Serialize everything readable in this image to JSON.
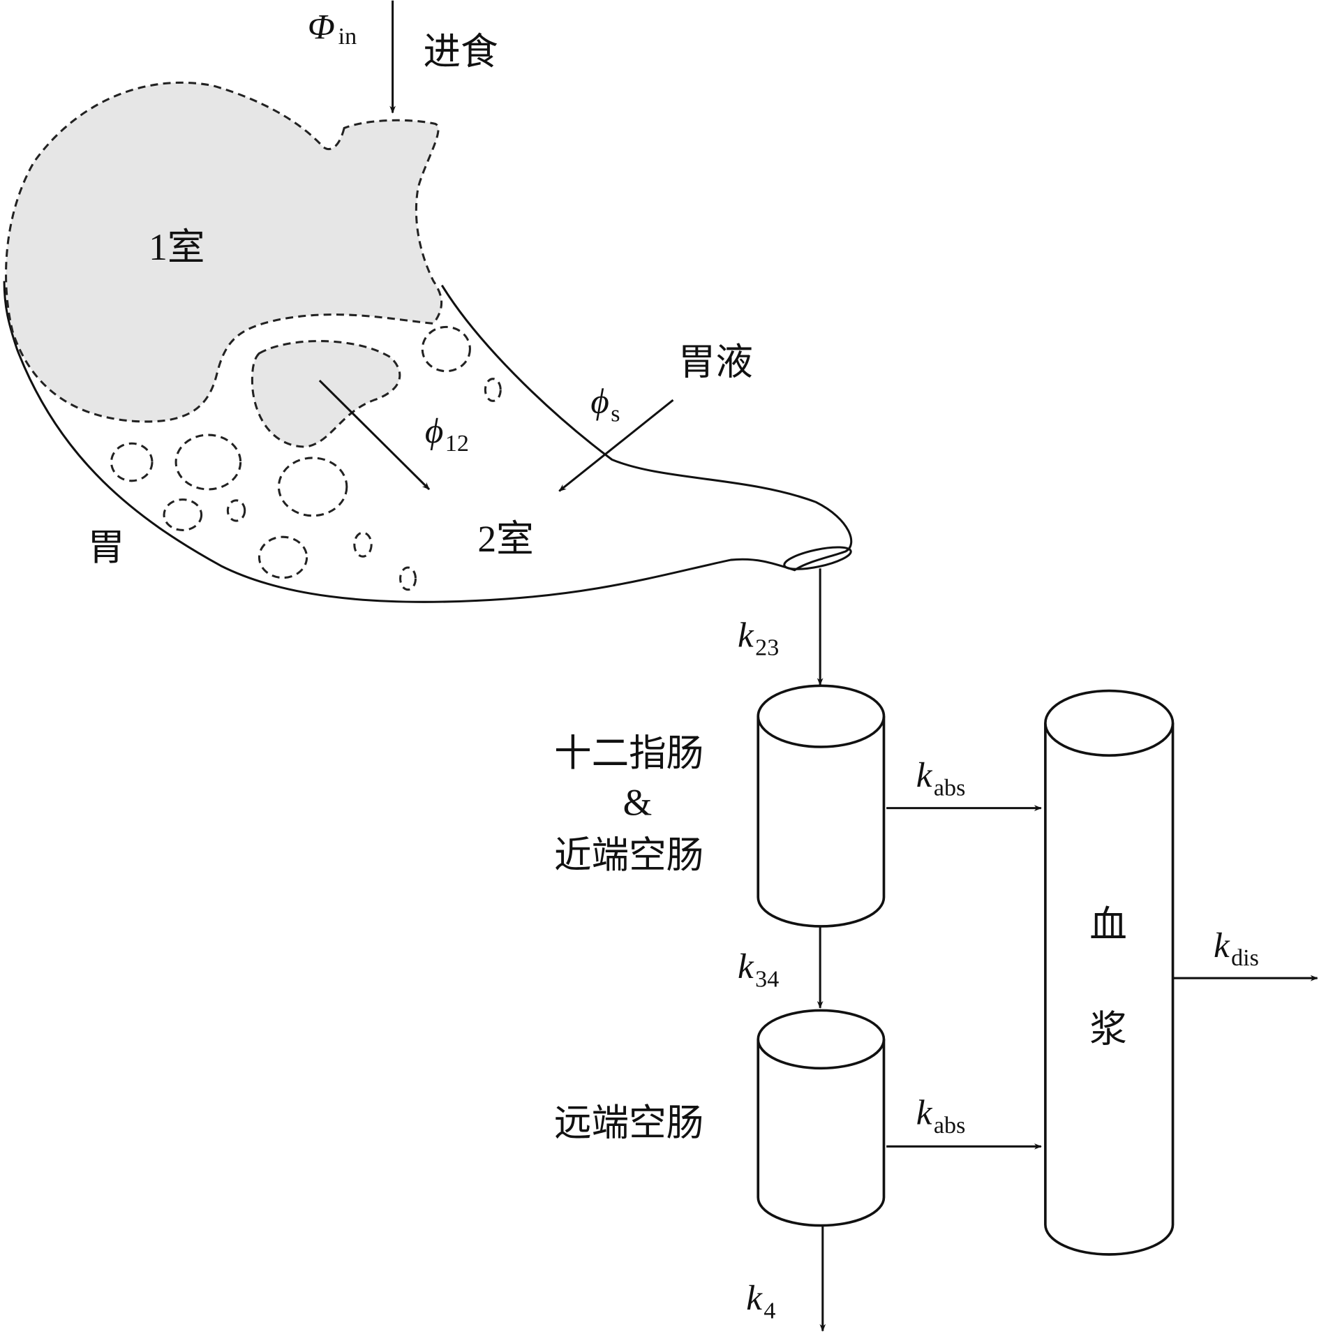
{
  "labels": {
    "phi_in": "Φ",
    "phi_in_sub": "in",
    "feeding": "进食",
    "chamber1": "1室",
    "chamber2": "2室",
    "stomach": "胃",
    "gastric_juice": "胃液",
    "phi_s": "ϕ",
    "phi_s_sub": "s",
    "phi_12": "ϕ",
    "phi_12_sub": "12",
    "k23": "k",
    "k23_sub": "23",
    "k34": "k",
    "k34_sub": "34",
    "k4": "k",
    "k4_sub": "4",
    "kabs1": "k",
    "kabs1_sub": "abs",
    "kabs2": "k",
    "kabs2_sub": "abs",
    "kdis": "k",
    "kdis_sub": "dis",
    "duodenum_line1": "十二指肠",
    "duodenum_line2": "&",
    "duodenum_line3": "近端空肠",
    "distal_jejunum": "远端空肠",
    "plasma_1": "血",
    "plasma_2": "浆"
  }
}
